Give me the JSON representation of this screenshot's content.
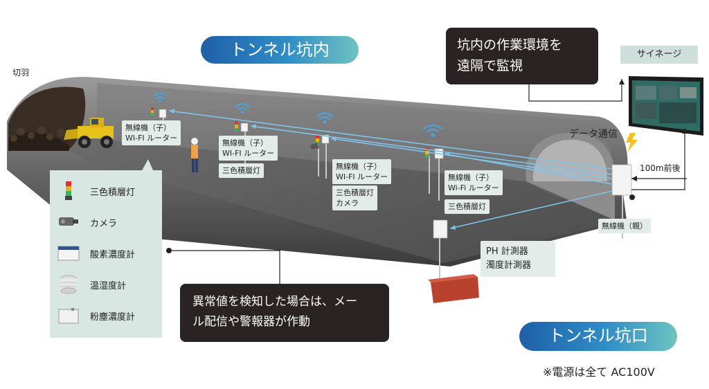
{
  "titles": {
    "inside": "トンネル坑内",
    "portal": "トンネル坑口"
  },
  "face_label": "切羽",
  "remote_box": [
    "坑内の作業環境を",
    "遠隔で監視"
  ],
  "alert_box": [
    "異常値を検知した場合は、メー",
    "ル配信や警報器が作動"
  ],
  "signage_label": "サイネージ",
  "data_comm_label": "データ通信",
  "distance_label": "100m前後",
  "parent_radio_label": "無線機（親）",
  "power_note": "※電源は全て AC100V",
  "stations": [
    {
      "lines": [
        "無線機（子）",
        "WI-FI ルーター"
      ]
    },
    {
      "lines": [
        "無線機（子）",
        "WI-FI ルーター"
      ],
      "sub": [
        "三色積層灯"
      ]
    },
    {
      "lines": [
        "無線機（子）",
        "WI-FI ルーター"
      ],
      "sub": [
        "三色積層灯",
        "カメラ"
      ]
    },
    {
      "lines": [
        "無線機（子）",
        "Wi-Fi ルーター"
      ],
      "sub": [
        "三色積層灯"
      ]
    }
  ],
  "ph_box": [
    "PH 計測器",
    "濁度計測器"
  ],
  "legend": [
    {
      "icon": "signal-tower-icon",
      "label": "三色積層灯"
    },
    {
      "icon": "camera-icon",
      "label": "カメラ"
    },
    {
      "icon": "oxygen-meter-icon",
      "label": "酸素濃度計"
    },
    {
      "icon": "hygrometer-icon",
      "label": "温湿度計"
    },
    {
      "icon": "dust-meter-icon",
      "label": "粉塵濃度計"
    }
  ],
  "colors": {
    "link_line": "#7fc4ea",
    "tunnel": "#5f5f5f",
    "legend_bg": "#d9e7e3",
    "dark_box": "#2a2323",
    "lightning": "#f2c21b"
  }
}
